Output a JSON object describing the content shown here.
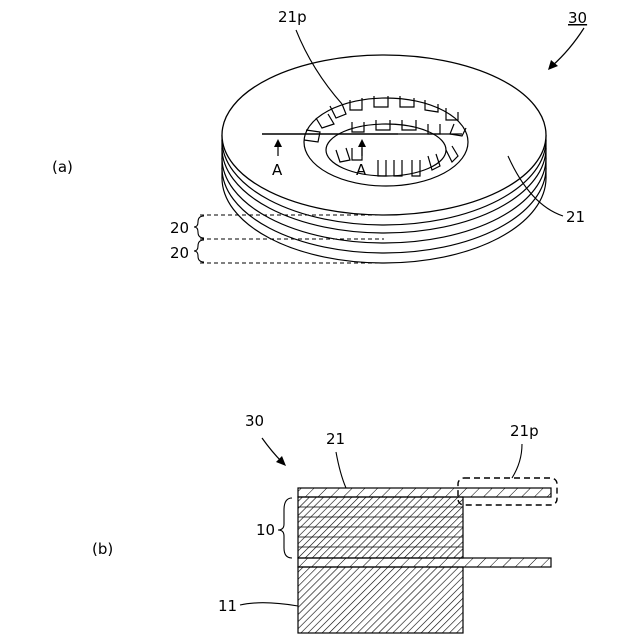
{
  "panel_a": {
    "label": "(a)",
    "ref_assembly": "30",
    "ref_pole": "21p",
    "ref_plate": "21",
    "ref_sheet_upper": "20",
    "ref_sheet_lower": "20",
    "section_mark_left": "A",
    "section_mark_right": "A"
  },
  "panel_b": {
    "label": "(b)",
    "ref_assembly": "30",
    "ref_plate": "21",
    "ref_pole": "21p",
    "ref_stack": "10",
    "ref_core": "11"
  }
}
